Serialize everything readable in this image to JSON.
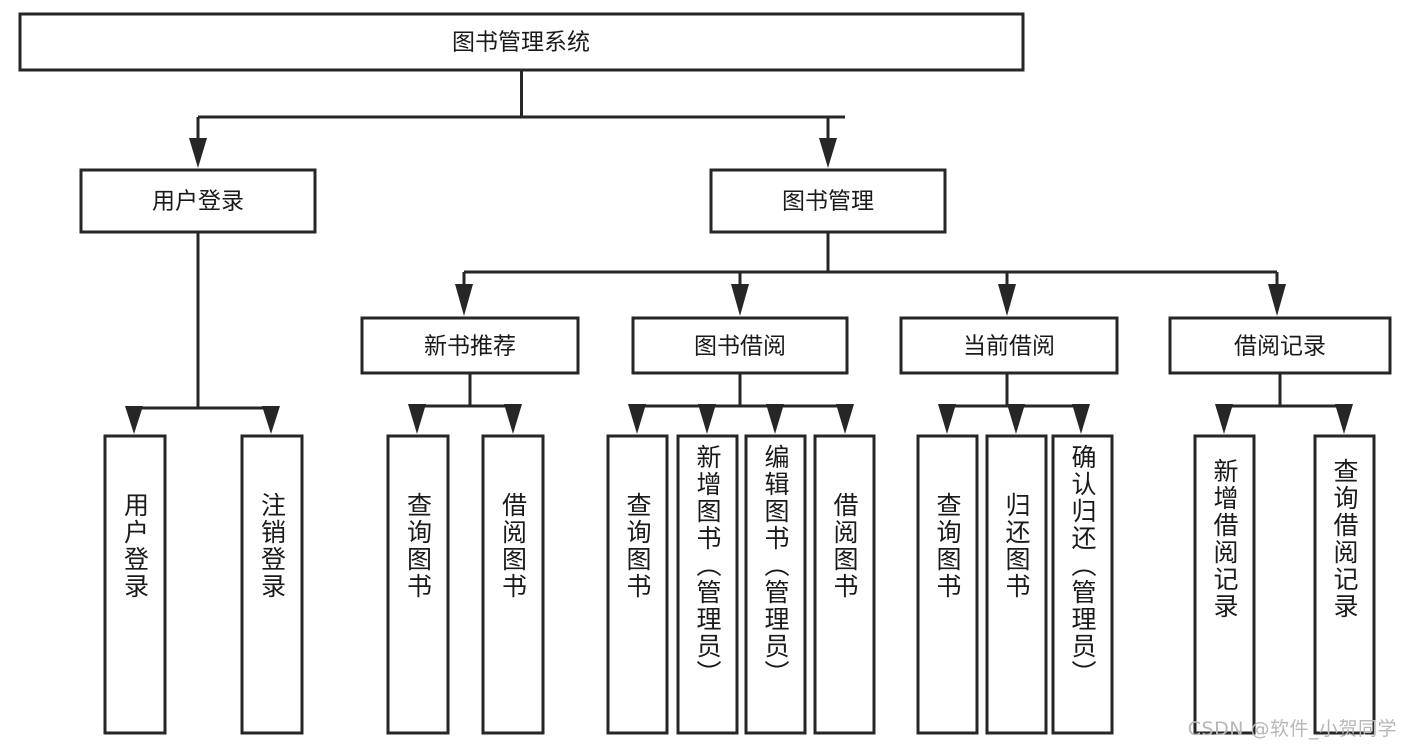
{
  "diagram": {
    "title": "图书管理系统",
    "type": "hierarchy-tree",
    "root": {
      "id": "root",
      "label": "图书管理系统",
      "orientation": "horizontal"
    },
    "level2": [
      {
        "id": "user-login",
        "label": "用户登录",
        "orientation": "horizontal"
      },
      {
        "id": "book-manage",
        "label": "图书管理",
        "orientation": "horizontal"
      }
    ],
    "level3": [
      {
        "id": "new-book-recommend",
        "label": "新书推荐",
        "orientation": "horizontal",
        "parent": "book-manage"
      },
      {
        "id": "book-borrow",
        "label": "图书借阅",
        "orientation": "horizontal",
        "parent": "book-manage"
      },
      {
        "id": "current-borrow",
        "label": "当前借阅",
        "orientation": "horizontal",
        "parent": "book-manage"
      },
      {
        "id": "borrow-record",
        "label": "借阅记录",
        "orientation": "horizontal",
        "parent": "book-manage"
      }
    ],
    "leaves": [
      {
        "id": "leaf-user-login",
        "label": "用户登录",
        "orientation": "vertical",
        "parent": "user-login"
      },
      {
        "id": "leaf-user-logout",
        "label": "注销登录",
        "orientation": "vertical",
        "parent": "user-login"
      },
      {
        "id": "leaf-query-book-1",
        "label": "查询图书",
        "orientation": "vertical",
        "parent": "new-book-recommend"
      },
      {
        "id": "leaf-borrow-book-1",
        "label": "借阅图书",
        "orientation": "vertical",
        "parent": "new-book-recommend"
      },
      {
        "id": "leaf-query-book-2",
        "label": "查询图书",
        "orientation": "vertical",
        "parent": "book-borrow"
      },
      {
        "id": "leaf-add-book",
        "label": "新增图书（管理员）",
        "orientation": "vertical",
        "parent": "book-borrow"
      },
      {
        "id": "leaf-edit-book",
        "label": "编辑图书（管理员）",
        "orientation": "vertical",
        "parent": "book-borrow"
      },
      {
        "id": "leaf-borrow-book-2",
        "label": "借阅图书",
        "orientation": "vertical",
        "parent": "book-borrow"
      },
      {
        "id": "leaf-query-book-3",
        "label": "查询图书",
        "orientation": "vertical",
        "parent": "current-borrow"
      },
      {
        "id": "leaf-return-book",
        "label": "归还图书",
        "orientation": "vertical",
        "parent": "current-borrow"
      },
      {
        "id": "leaf-confirm-return",
        "label": "确认归还（管理员）",
        "orientation": "vertical",
        "parent": "current-borrow"
      },
      {
        "id": "leaf-add-record",
        "label": "新增借阅记录",
        "orientation": "vertical",
        "parent": "borrow-record"
      },
      {
        "id": "leaf-query-record",
        "label": "查询借阅记录",
        "orientation": "vertical",
        "parent": "borrow-record"
      }
    ]
  },
  "watermark": {
    "text": "CSDN @软件_小贺同学"
  },
  "colors": {
    "background": "#ffffff",
    "box_fill": "#ffffff",
    "box_stroke": "#262626",
    "text": "#1a1a1a",
    "watermark_text": "#b7b7b7"
  }
}
